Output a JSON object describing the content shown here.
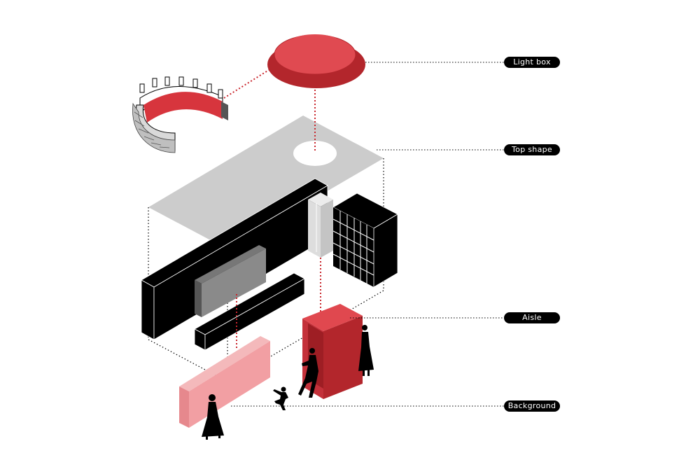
{
  "labels": {
    "light_box": "Light box",
    "top_shape": "Top shape",
    "aisle": "Aisle",
    "background": "Background"
  },
  "colors": {
    "red": "#e0484f",
    "dark_red": "#b3262c",
    "pink": "#f0a0a3",
    "grey": "#cfcfcf",
    "black": "#000000"
  }
}
